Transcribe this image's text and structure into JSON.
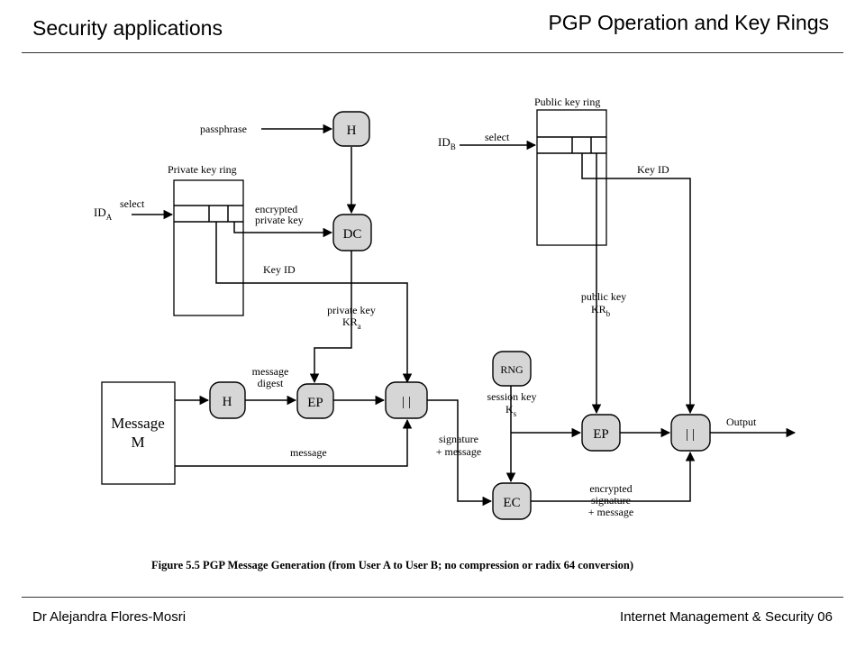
{
  "header": {
    "section": "Security applications",
    "title": "PGP Operation and Key Rings"
  },
  "footer": {
    "author": "Dr Alejandra Flores-Mosri",
    "course": "Internet Management & Security 06"
  },
  "diagram": {
    "private_key_ring": "Private key ring",
    "public_key_ring": "Public key ring",
    "id_a_main": "ID",
    "id_a_sub": "A",
    "id_b_main": "ID",
    "id_b_sub": "B",
    "select_a": "select",
    "select_b": "select",
    "passphrase": "passphrase",
    "encrypted_private_key_1": "encrypted",
    "encrypted_private_key_2": "private key",
    "key_id_a": "Key ID",
    "key_id_b": "Key ID",
    "private_key_1": "private key",
    "private_key_2_main": "KR",
    "private_key_2_sub": "a",
    "public_key_1": "public key",
    "public_key_2_main": "KR",
    "public_key_2_sub": "b",
    "message_digest_1": "message",
    "message_digest_2": "digest",
    "message_flow": "message",
    "message_box_1": "Message",
    "message_box_2": "M",
    "session_key_1": "session key",
    "session_key_2_main": "K",
    "session_key_2_sub": "s",
    "signature_message_1": "signature",
    "signature_message_2": "+ message",
    "enc_sig_msg_1": "encrypted",
    "enc_sig_msg_2": "signature",
    "enc_sig_msg_3": "+ message",
    "output": "Output",
    "node_h_pass": "H",
    "node_dc": "DC",
    "node_h_msg": "H",
    "node_ep_a": "EP",
    "node_concat_a": "| |",
    "node_rng": "RNG",
    "node_ep_b": "EP",
    "node_concat_b": "| |",
    "node_ec": "EC",
    "caption": "Figure 5.5   PGP Message Generation (from User A to User B; no compression or radix 64 conversion)"
  }
}
